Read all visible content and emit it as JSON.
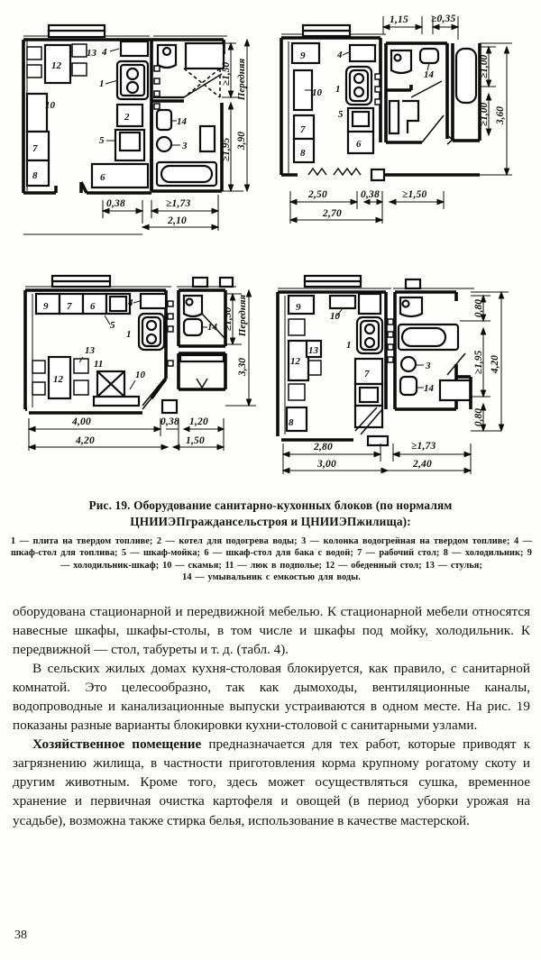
{
  "figure": {
    "caption_line1": "Рис. 19. Оборудование санитарно-кухонных блоков (по нормалям",
    "caption_line2": "ЦНИИЭПграждансельстроя и ЦНИИЭПжилища):",
    "legend_main": "1 — плита на твердом топливе; 2 — котел для подогрева воды; 3 — колонка водогрейная на твердом топливе; 4 — шкаф-стол для топлива; 5 — шкаф-мойка; 6 — шкаф-стол для бака с водой; 7 — рабочий стол; 8 — холодильник; 9 — холодильник-шкаф; 10 — скамья; 11 — люк в подполье; 12 — обеденный стол; 13 — стулья;",
    "legend_last": "14 — умывальник с емкостью для воды.",
    "plans": [
      {
        "id": "plan-top-left",
        "item_labels": [
          "12",
          "13",
          "4",
          "1",
          "2",
          "5",
          "6",
          "10",
          "7",
          "8",
          "14",
          "3"
        ],
        "dims_horizontal_top": [],
        "dims_horizontal_bottom": [
          "0,38",
          "≥1,73",
          "2,10"
        ],
        "dims_vertical": [
          "≥1,50",
          "≥1,95",
          "3,90"
        ],
        "vertical_word": "Передняя"
      },
      {
        "id": "plan-top-right",
        "item_labels": [
          "9",
          "4",
          "1",
          "10",
          "5",
          "7",
          "8",
          "6",
          "14"
        ],
        "dims_horizontal_top": [
          "1,15",
          "≥0,35"
        ],
        "dims_horizontal_bottom": [
          "2,50",
          "0,38",
          "≥1,50",
          "2,70"
        ],
        "dims_vertical": [
          "≥1,00",
          "≥1,00",
          "3,60"
        ],
        "vertical_word": ""
      },
      {
        "id": "plan-bottom-left",
        "item_labels": [
          "9",
          "7",
          "6",
          "5",
          "4",
          "1",
          "13",
          "12",
          "11",
          "10",
          "14"
        ],
        "dims_horizontal_top": [],
        "dims_horizontal_bottom": [
          "4,00",
          "0,38",
          "1,20",
          "4,20",
          "1,50"
        ],
        "dims_vertical": [
          "≥1,50",
          "3,30"
        ],
        "vertical_word": "Передняя"
      },
      {
        "id": "plan-bottom-right",
        "item_labels": [
          "9",
          "10",
          "1",
          "12",
          "13",
          "7",
          "8",
          "3",
          "14"
        ],
        "dims_horizontal_top": [],
        "dims_horizontal_bottom": [
          "2,80",
          "≥1,73",
          "3,00",
          "2,40"
        ],
        "dims_vertical": [
          "0,80",
          "≥1,95",
          "0,80",
          "4,20"
        ],
        "vertical_word": ""
      }
    ]
  },
  "body": {
    "para1": "оборудована стационарной и передвижной мебелью. К стационарной мебели относятся навесные шкафы, шкафы-столы, в том числе и шкафы под мойку, холодильник. К передвижной — стол, табуреты и т. д. (табл. 4).",
    "para2": "В сельских жилых домах кухня-столовая блокируется, как правило, с санитарной комнатой. Это целесообразно, так как дымоходы, вентиляционные каналы, водопроводные и канализационные выпуски устраиваются в одном месте. На рис. 19 показаны разные варианты блокировки кухни-столовой с санитарными узлами.",
    "para3_bold": "Хозяйственное помещение",
    "para3_rest": " предназначается для тех работ, которые приводят к загрязнению жилища, в частности приготовления корма крупному рогатому скоту и другим животным. Кроме того, здесь может осуществляться сушка, временное хранение и первичная очистка картофеля и овощей (в период уборки урожая на усадьбе), возможна также стирка белья, использование в качестве мастерской."
  },
  "page_number": "38"
}
